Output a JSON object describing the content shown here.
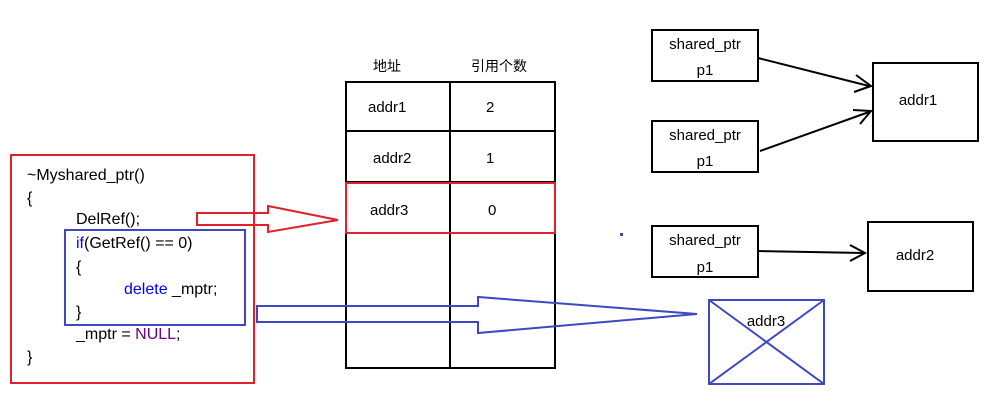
{
  "colors": {
    "highlight_red": "#e0202a",
    "highlight_blue": "#3d48c2",
    "keyword_blue": "#0000ff",
    "macro_purple": "#6f008a",
    "text": "#000000"
  },
  "code": {
    "line1": "~Myshared_ptr()",
    "open_brace": "{",
    "delref": "DelRef();",
    "if_keyword": "if",
    "if_rest": "(GetRef() == 0)",
    "inner_open": "{",
    "delete_keyword": "delete",
    "delete_rest": " _mptr;",
    "inner_close": "}",
    "assign_prefix": "_mptr = ",
    "assign_macro": "NULL",
    "assign_suffix": ";",
    "close_brace": "}"
  },
  "table": {
    "header_addr": "地址",
    "header_count": "引用个数",
    "rows": [
      {
        "addr": "addr1",
        "count": "2"
      },
      {
        "addr": "addr2",
        "count": "1"
      },
      {
        "addr": "addr3",
        "count": "0"
      }
    ]
  },
  "pointers": [
    {
      "type": "shared_ptr",
      "name": "p1"
    },
    {
      "type": "shared_ptr",
      "name": "p1"
    },
    {
      "type": "shared_ptr",
      "name": "p1"
    }
  ],
  "targets": {
    "addr1": "addr1",
    "addr2": "addr2",
    "addr3": "addr3"
  }
}
